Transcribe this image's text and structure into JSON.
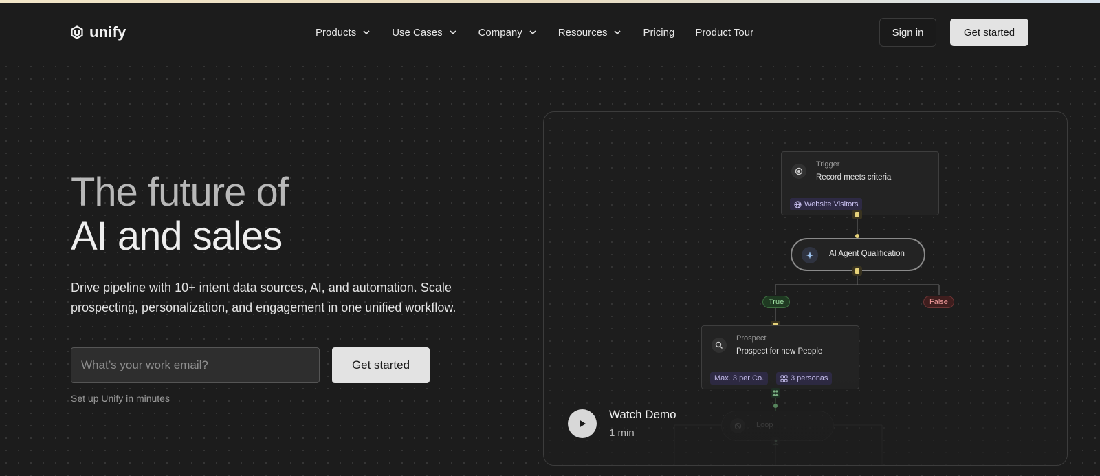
{
  "header": {
    "logo_text": "unify",
    "nav": [
      {
        "label": "Products",
        "has_dropdown": true
      },
      {
        "label": "Use Cases",
        "has_dropdown": true
      },
      {
        "label": "Company",
        "has_dropdown": true
      },
      {
        "label": "Resources",
        "has_dropdown": true
      },
      {
        "label": "Pricing",
        "has_dropdown": false
      },
      {
        "label": "Product Tour",
        "has_dropdown": false
      }
    ],
    "sign_in_label": "Sign in",
    "get_started_label": "Get started"
  },
  "hero": {
    "title_line1": "The future of",
    "title_line2": "AI and sales",
    "description": "Drive pipeline with 10+ intent data sources, AI, and automation. Scale prospecting, personalization, and engagement in one unified workflow.",
    "email_placeholder": "What’s your work email?",
    "cta_label": "Get started",
    "hint": "Set up Unify in minutes"
  },
  "workflow": {
    "trigger": {
      "type": "Trigger",
      "label": "Record meets criteria",
      "tag": "Website Visitors"
    },
    "agent": {
      "label": "AI Agent Qualification"
    },
    "true_label": "True",
    "false_label": "False",
    "prospect": {
      "type": "Prospect",
      "label": "Prospect for new People",
      "tags": [
        "Max. 3 per Co.",
        "3 personas"
      ]
    },
    "loop": {
      "label": "Loop"
    }
  },
  "demo": {
    "title": "Watch Demo",
    "duration": "1 min"
  },
  "colors": {
    "background": "#1c1c1c",
    "button_light": "#e3e3e3",
    "true_green": "#9fe0a3",
    "false_red": "#f09a9a",
    "tag_purple": "#c8c0f0"
  }
}
